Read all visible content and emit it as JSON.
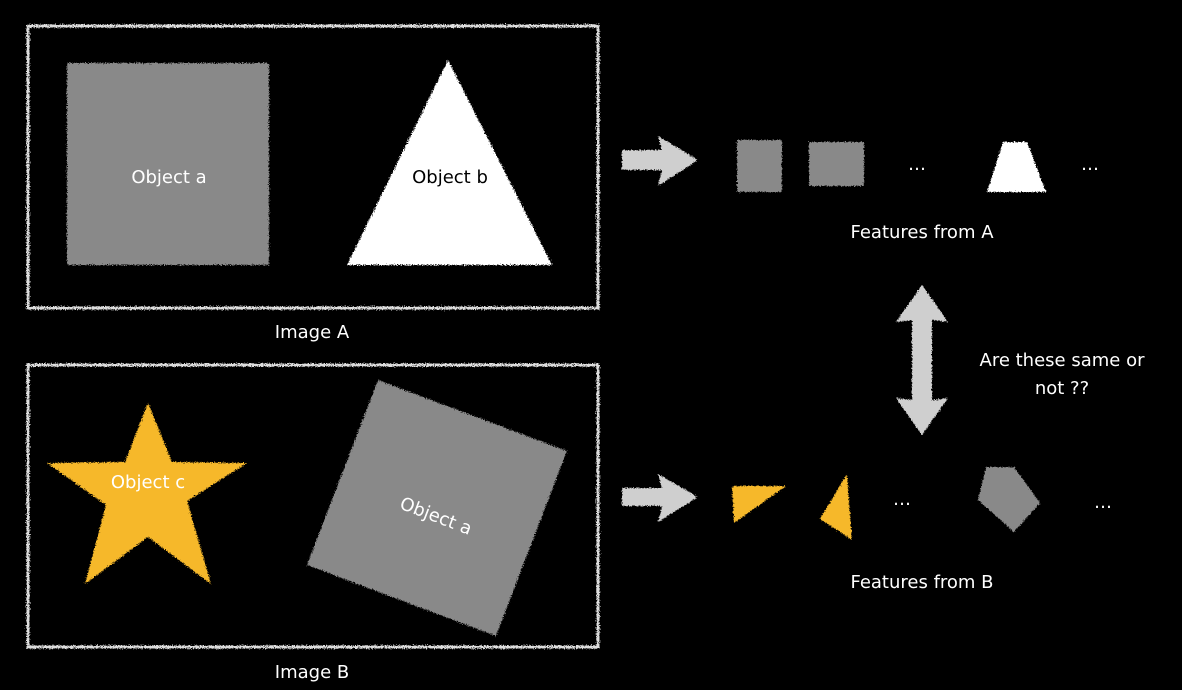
{
  "colors": {
    "background": "#000000",
    "frame": "#dddddd",
    "object_a": "#898989",
    "object_b": "#ffffff",
    "object_c": "#f6b82c",
    "arrow": "#cfcfcf"
  },
  "image_a": {
    "label": "Image A",
    "object_a": "Object a",
    "object_b": "Object b"
  },
  "image_b": {
    "label": "Image B",
    "object_c": "Object c",
    "object_a": "Object a"
  },
  "features_a": {
    "label": "Features from A",
    "ellipsis_1": "…",
    "ellipsis_2": "…"
  },
  "features_b": {
    "label": "Features from B",
    "ellipsis_1": "…",
    "ellipsis_2": "…"
  },
  "question": {
    "line1": "Are these same or",
    "line2": "not ??"
  },
  "icons": {
    "process_arrow": "right-arrow-icon",
    "compare_arrow": "double-vertical-arrow-icon"
  }
}
